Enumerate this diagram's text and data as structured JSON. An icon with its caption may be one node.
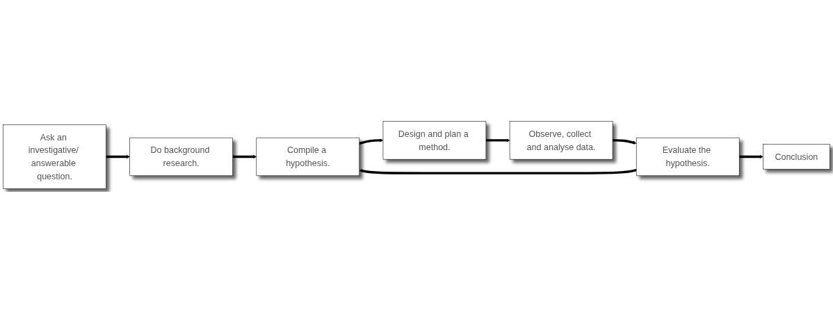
{
  "diagram": {
    "nodes": [
      {
        "text": [
          "Ask an investigative/ answerable question."
        ]
      },
      {
        "text": [
          "Do background research."
        ]
      },
      {
        "text": [
          "Compile a hypothesis."
        ]
      },
      {
        "text": [
          "Design and plan a method."
        ]
      },
      {
        "text": [
          "Conclusion"
        ]
      },
      {
        "text": [
          "Evaluate the hypothesis."
        ]
      },
      {
        "text": [
          "Observe, collect and analyse data."
        ]
      }
    ],
    "edges": [
      {
        "from": 0,
        "to": 1,
        "arrow": "to"
      },
      {
        "from": 1,
        "to": 2,
        "arrow": "to"
      },
      {
        "from": 2,
        "to": 3,
        "arrow": "to"
      },
      {
        "from": 3,
        "to": 6,
        "arrow": "to"
      },
      {
        "from": 6,
        "to": 5,
        "arrow": "to"
      },
      {
        "from": 5,
        "to": 2,
        "arrow": "to"
      },
      {
        "from": 5,
        "to": 4,
        "arrow": "to"
      }
    ]
  }
}
